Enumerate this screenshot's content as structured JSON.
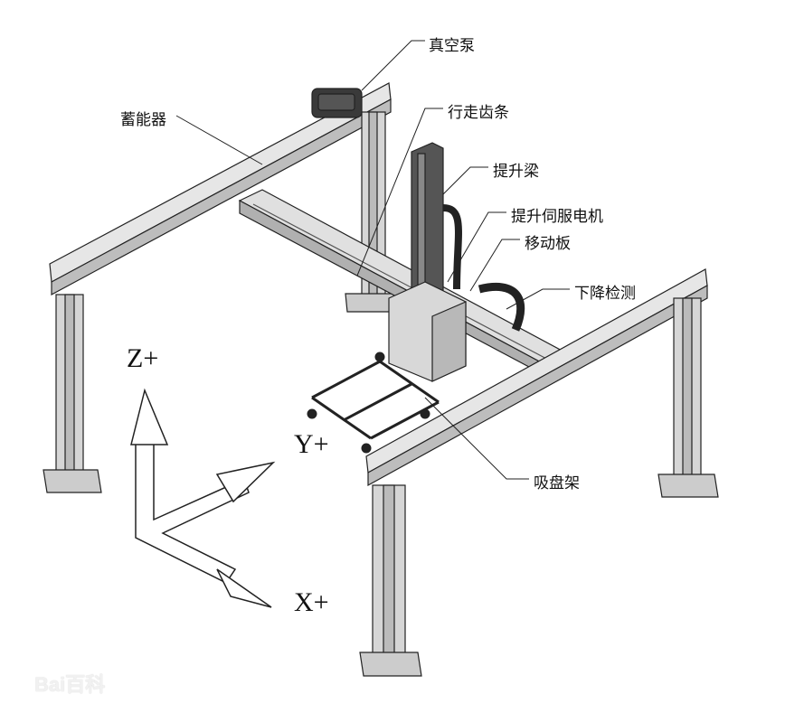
{
  "labels": {
    "vacuum_pump": "真空泵",
    "accumulator": "蓄能器",
    "travel_rack": "行走齿条",
    "lift_beam": "提升梁",
    "lift_servo_motor": "提升伺服电机",
    "moving_plate": "移动板",
    "descent_detection": "下降检测",
    "suction_cup_frame": "吸盘架"
  },
  "axes": {
    "z": "Z+",
    "y": "Y+",
    "x": "X+"
  },
  "watermark": "Bai百科",
  "colors": {
    "line": "#222222",
    "metal": "#d9d9d9",
    "shade": "#a8a8a8",
    "dark": "#3a3a3a"
  }
}
